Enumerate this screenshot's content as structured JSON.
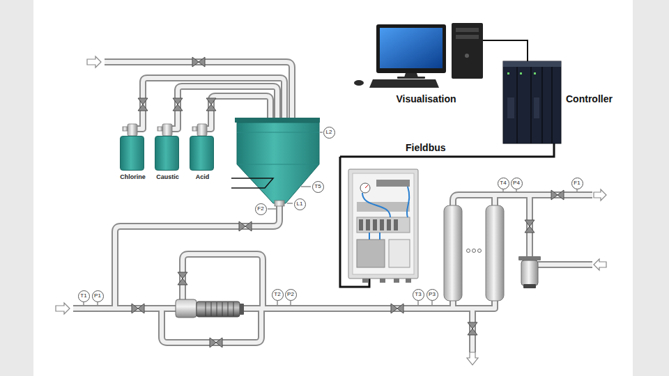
{
  "diagram": {
    "nodes": [
      {
        "text": [
          "Visualisation"
        ]
      },
      {
        "text": [
          "Controller"
        ]
      },
      {
        "text": [
          "Chlorine"
        ]
      },
      {
        "text": [
          "Caustic"
        ]
      },
      {
        "text": [
          "Acid"
        ]
      },
      {
        "text": [
          "L2"
        ]
      },
      {
        "text": [
          "T5"
        ]
      },
      {
        "text": [
          "F2"
        ]
      },
      {
        "text": [
          "L1"
        ]
      },
      {
        "text": [
          "T4"
        ]
      },
      {
        "text": [
          "P4"
        ]
      },
      {
        "text": [
          "F1"
        ]
      },
      {
        "text": [
          "T1"
        ]
      },
      {
        "text": [
          "P1"
        ]
      },
      {
        "text": [
          "T2"
        ]
      },
      {
        "text": [
          "P2"
        ]
      },
      {
        "text": [
          "T3"
        ]
      },
      {
        "text": [
          "P3"
        ]
      }
    ],
    "edges": [
      {
        "from": 0,
        "to": 1,
        "arrow": "none"
      }
    ],
    "labels": [
      "Fieldbus"
    ]
  }
}
